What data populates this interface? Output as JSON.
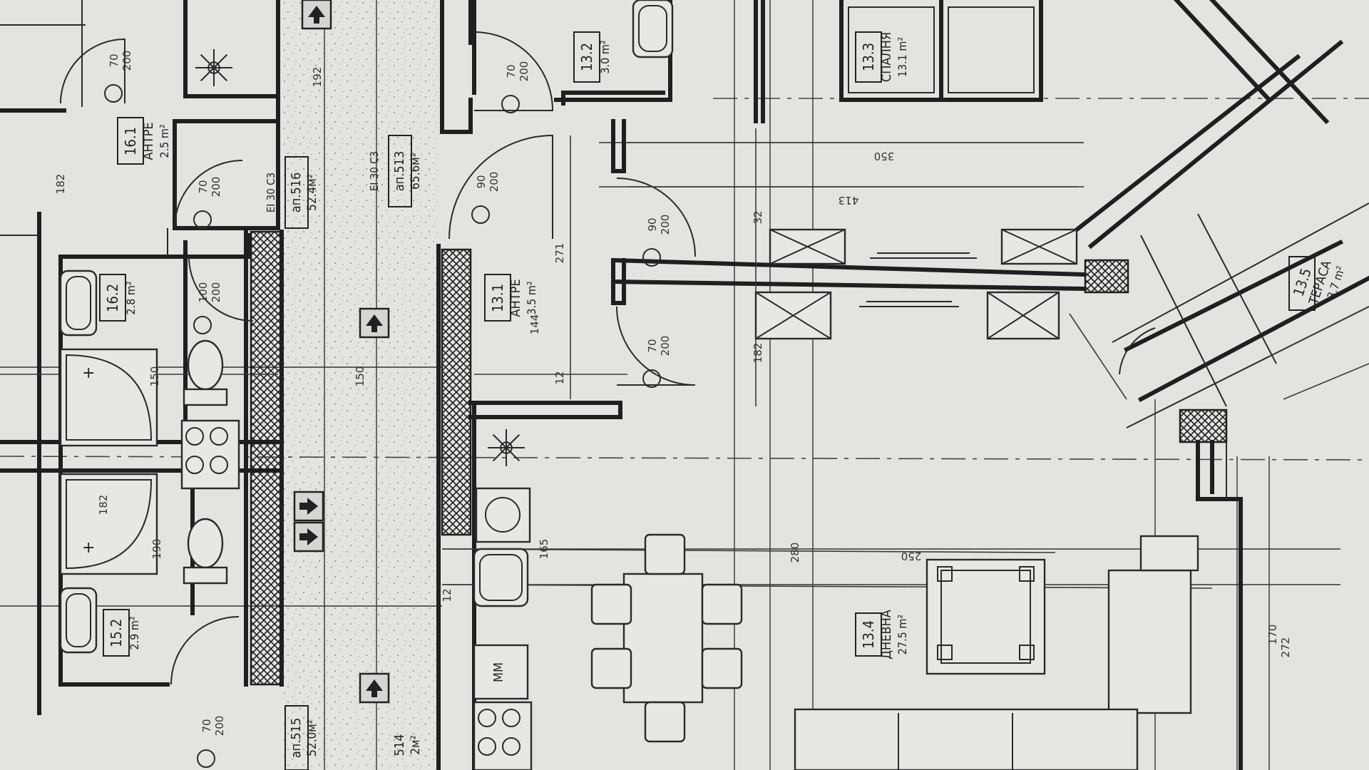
{
  "rooms": [
    {
      "id": "16.1",
      "name": "АНТРЕ",
      "area": "2.5 m²"
    },
    {
      "id": "16.2",
      "name": "",
      "area": "2.8 m²"
    },
    {
      "id": "15.2",
      "name": "",
      "area": "2.9 m²"
    },
    {
      "id": "13.1",
      "name": "АНТРЕ",
      "area": "3.5 m²"
    },
    {
      "id": "13.2",
      "name": "",
      "area": "3.0 m²"
    },
    {
      "id": "13.3",
      "name": "СПАЛНЯ",
      "area": "13.1 m²"
    },
    {
      "id": "13.4",
      "name": "ДНЕВНА",
      "area": "27.5 m²"
    },
    {
      "id": "13.5",
      "name": "ТЕРАСА",
      "area": "3.7 m²"
    }
  ],
  "apartments": [
    {
      "id": "ап.516",
      "area": "52.4м²",
      "fire": "EI 30 C3"
    },
    {
      "id": "ап.513",
      "area": "65.6м²",
      "fire": "EI 30 C3"
    },
    {
      "id": "ап.515",
      "area": "52.0м²",
      "fire": ""
    },
    {
      "id": "514",
      "area": "2м²",
      "fire": ""
    }
  ],
  "doors": [
    "70/200",
    "70/200",
    "100/200",
    "70/200",
    "90/200",
    "90/200",
    "70/200",
    "70/200"
  ],
  "dimensions": [
    "182",
    "182",
    "150",
    "150",
    "192",
    "350",
    "413",
    "271",
    "144",
    "12",
    "32",
    "182",
    "280",
    "165",
    "250",
    "190",
    "272",
    "170",
    "12"
  ],
  "symbols": {
    "snowflake": "snowflake-icon",
    "arrow": "stair-arrow-icon",
    "sink": "sink-icon",
    "toilet": "toilet-icon",
    "shower": "shower-icon",
    "stove": "stove-icon",
    "washer": "washer-icon"
  },
  "misc": {
    "dishwasher": "ММ"
  },
  "colors": {
    "paper": "#e4e3df",
    "ink": "#1f1f1f"
  }
}
